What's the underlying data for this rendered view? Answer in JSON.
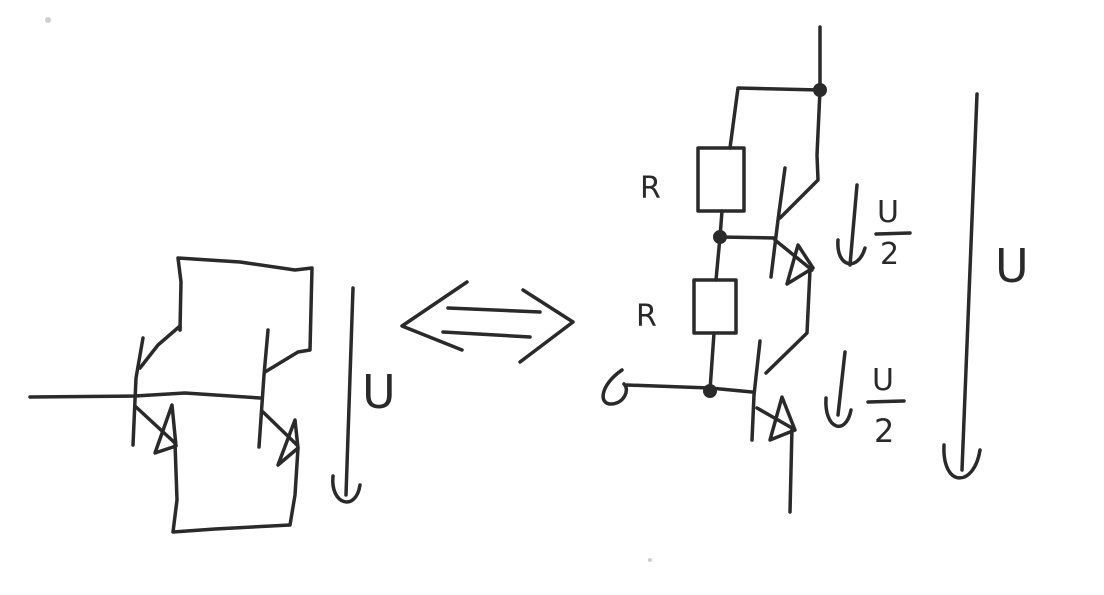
{
  "diagram": {
    "type": "hand-drawn circuit equivalence",
    "equivalence_symbol": "⟺",
    "left_circuit": {
      "description": "Two NPN transistors in series (Darlington-like stacked pair), common base line",
      "voltage_label": "U"
    },
    "right_circuit": {
      "description": "Two stacked NPN transistors with resistive voltage divider on bases",
      "resistor_labels": [
        "R",
        "R"
      ],
      "upper_voltage_label": {
        "numerator": "U",
        "denominator": "2"
      },
      "lower_voltage_label": {
        "numerator": "U",
        "denominator": "2"
      },
      "total_voltage_label": "U"
    }
  }
}
